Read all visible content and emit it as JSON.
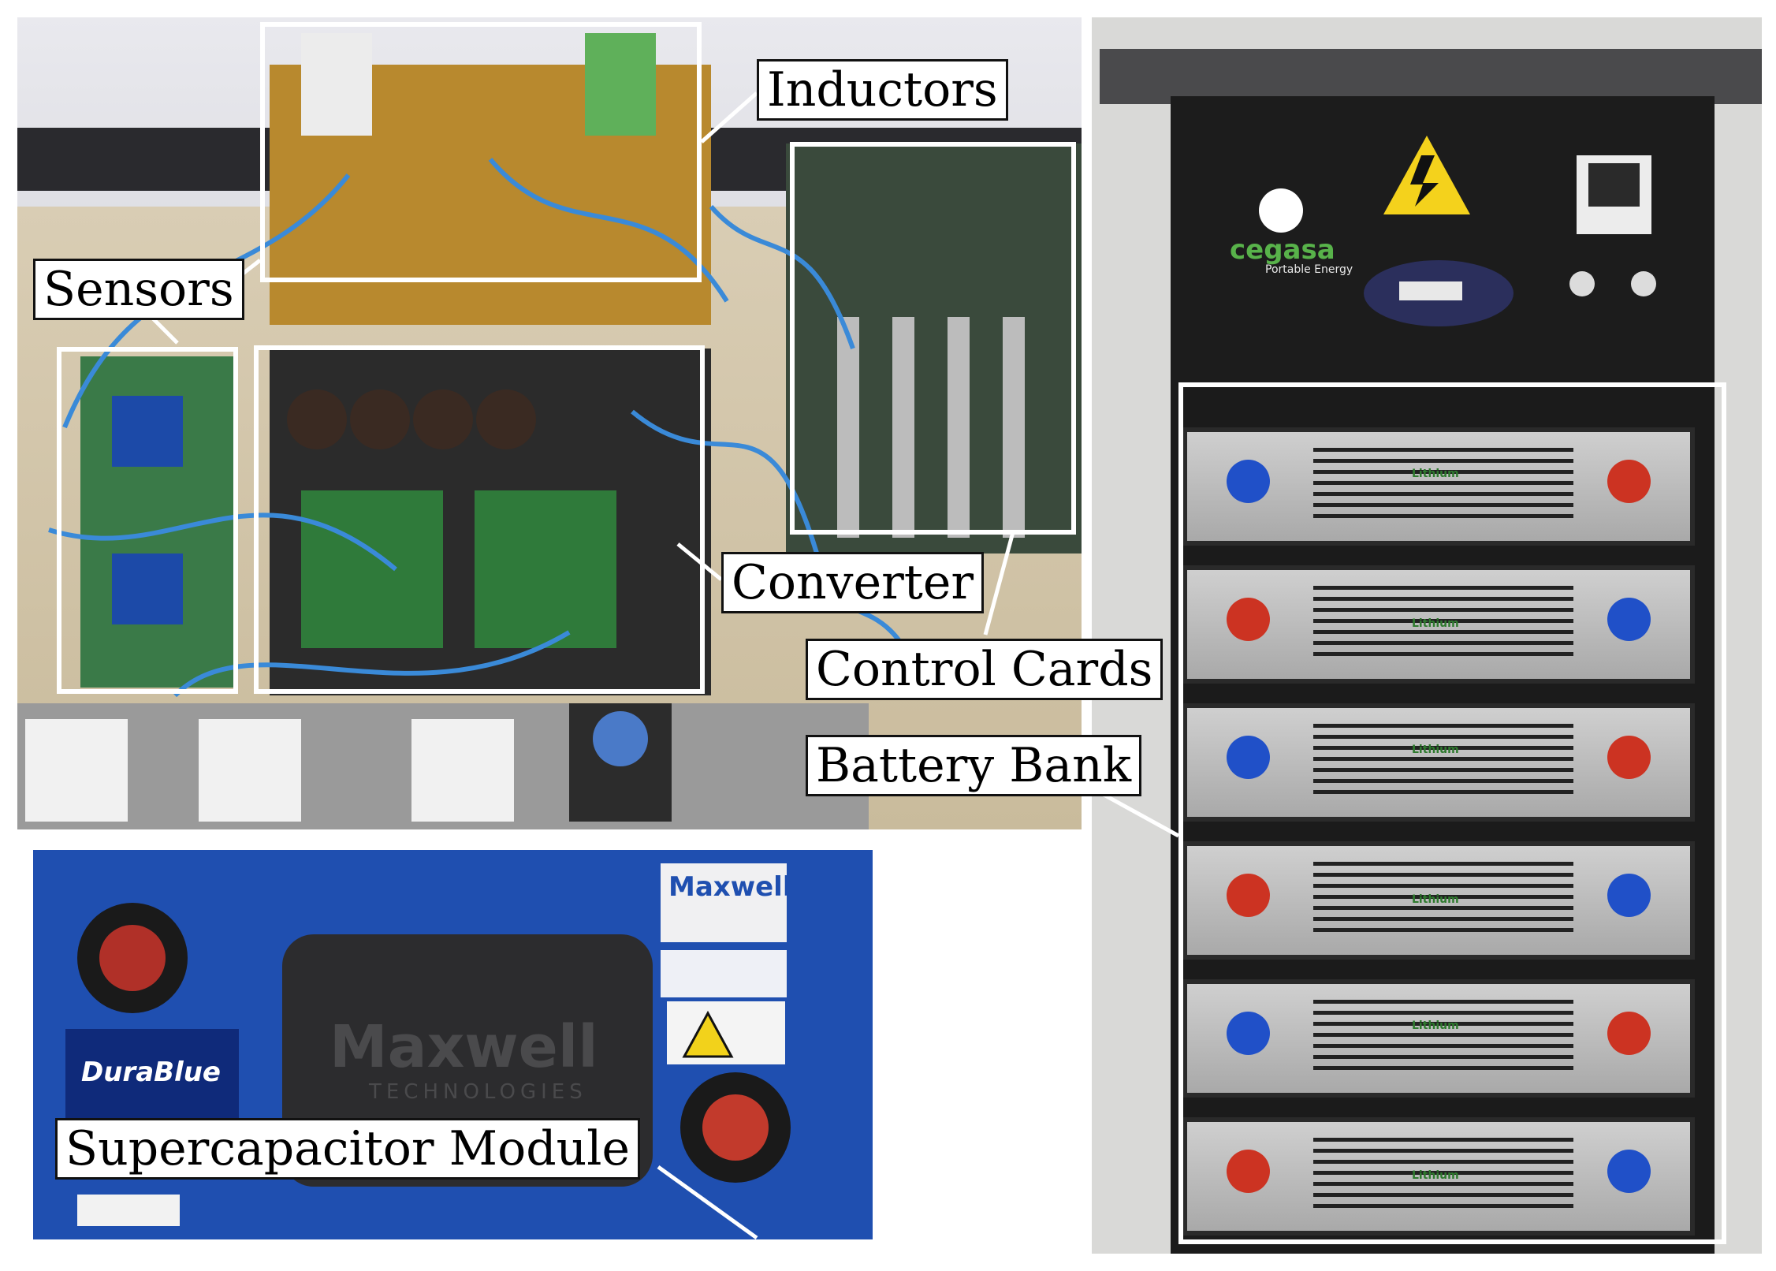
{
  "callouts": {
    "inductors": "Inductors",
    "sensors": "Sensors",
    "converter": "Converter",
    "control_cards": "Control Cards",
    "battery_bank": "Battery Bank",
    "supercapacitor": "Supercapacitor Module"
  },
  "logos": {
    "cegasa": "cegasa",
    "cegasa_sub": "Portable Energy",
    "maxwell": "Maxwell",
    "maxwell_sub": "TECHNOLOGIES",
    "durablue": "DuraBlue",
    "lithium": "Lithium"
  },
  "colors": {
    "board_blue": "#1f4fb0",
    "cabinet_black": "#1b1b1b",
    "cabinet_grey": "#d8d8d6",
    "terminal_red": "#cc3322",
    "terminal_blue": "#2050c8"
  }
}
